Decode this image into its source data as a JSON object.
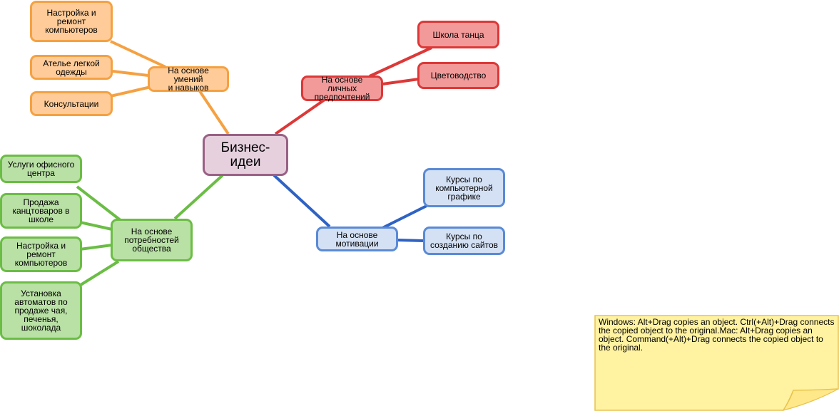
{
  "central": {
    "label": "Бизнес-\nидеи"
  },
  "branches": {
    "skills": {
      "label": "На основе умений\nи навыков",
      "children": [
        "Настройка и\nремонт\nкомпьютеров",
        "Ателье легкой\nодежды",
        "Консультации"
      ]
    },
    "preferences": {
      "label": "На основе личных\nпредпочтений",
      "children": [
        "Школа танца",
        "Цветоводство"
      ]
    },
    "society": {
      "label": "На основе\nпотребностей\nобщества",
      "children": [
        "Услуги офисного\nцентра",
        "Продажа\nканцтоваров в\nшколе",
        "Настройка и\nремонт\nкомпьютеров",
        "Установка\nавтоматов по\nпродаже чая,\nпеченья,\nшоколада"
      ]
    },
    "motivation": {
      "label": "На основе\nмотивации",
      "children": [
        "Курсы по\nкомпьютерной\nграфике",
        "Курсы по\nсозданию сайтов"
      ]
    }
  },
  "note": {
    "text": "Windows: Alt+Drag copies an object. Ctrl(+Alt)+Drag connects the copied object to the original.Mac:  Alt+Drag copies an object.  Command(+Alt)+Drag connects the copied object to the original."
  },
  "colors": {
    "orange_fill": "#ffcc99",
    "orange_stroke": "#f5a142",
    "red_fill": "#f29a9a",
    "red_stroke": "#dd3838",
    "green_fill": "#b9e0a5",
    "green_stroke": "#6bbd45",
    "blue_fill": "#d4e1f5",
    "blue_stroke": "#5a8ad6",
    "central_fill": "#e6d0de",
    "central_stroke": "#996185",
    "note_fill": "#fff2a1",
    "note_stroke": "#e8c24a"
  }
}
